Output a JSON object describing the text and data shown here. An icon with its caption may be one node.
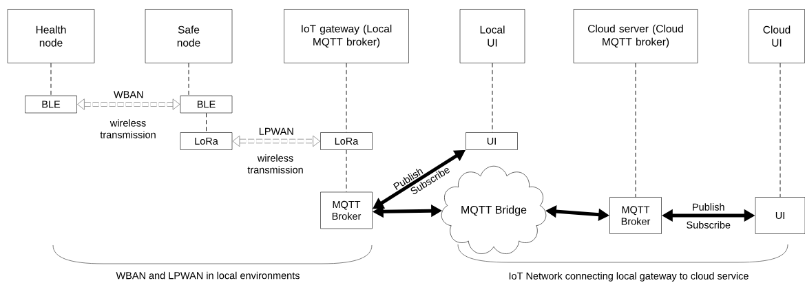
{
  "diagram": {
    "nodes": [
      {
        "text": [
          "Health node"
        ]
      },
      {
        "text": [
          "Safe node"
        ]
      },
      {
        "text": [
          "IoT gateway (Local MQTT broker)"
        ]
      },
      {
        "text": [
          "Local UI"
        ]
      },
      {
        "text": [
          "Cloud server (Cloud MQTT broker)"
        ]
      },
      {
        "text": [
          "Cloud UI"
        ]
      },
      {
        "text": [
          "BLE"
        ]
      },
      {
        "text": [
          "BLE"
        ]
      },
      {
        "text": [
          "LoRa"
        ]
      },
      {
        "text": [
          "LoRa"
        ]
      },
      {
        "text": [
          "UI"
        ]
      },
      {
        "text": [
          "MQTT Broker"
        ]
      },
      {
        "text": [
          "MQTT Bridge"
        ]
      },
      {
        "text": [
          "MQTT Broker"
        ]
      },
      {
        "text": [
          "UI"
        ]
      }
    ],
    "edges": [
      {
        "from": 0,
        "to": 6,
        "arrow": "none",
        "style": "dashed"
      },
      {
        "from": 1,
        "to": 7,
        "arrow": "none",
        "style": "dashed"
      },
      {
        "from": 6,
        "to": 7,
        "arrow": "both",
        "style": "dashed",
        "color": "#7f7f7f",
        "label": "WBAN"
      },
      {
        "from": 7,
        "to": 8,
        "arrow": "none",
        "style": "dashed"
      },
      {
        "from": 8,
        "to": 9,
        "arrow": "both",
        "style": "dashed",
        "color": "#7f7f7f",
        "label": "LPWAN"
      },
      {
        "from": 2,
        "to": 9,
        "arrow": "none",
        "style": "dashed"
      },
      {
        "from": 9,
        "to": 11,
        "arrow": "none",
        "style": "dashed"
      },
      {
        "from": 3,
        "to": 10,
        "arrow": "none",
        "style": "dashed"
      },
      {
        "from": 11,
        "to": 10,
        "arrow": "both",
        "style": "thick",
        "label": "Publish"
      },
      {
        "from": 11,
        "to": 12,
        "arrow": "both",
        "style": "thick"
      },
      {
        "from": 12,
        "to": 13,
        "arrow": "both",
        "style": "thick"
      },
      {
        "from": 13,
        "to": 14,
        "arrow": "both",
        "style": "thick",
        "label": "Publish"
      },
      {
        "from": 4,
        "to": 13,
        "arrow": "none",
        "style": "dashed"
      },
      {
        "from": 5,
        "to": 14,
        "arrow": "none",
        "style": "dashed"
      }
    ],
    "labels": [
      "wireless transmission",
      "wireless transmission",
      "Subscribe",
      "Subscribe",
      "WBAN and LPWAN in local environments",
      "IoT Network connecting local gateway to cloud service"
    ]
  }
}
